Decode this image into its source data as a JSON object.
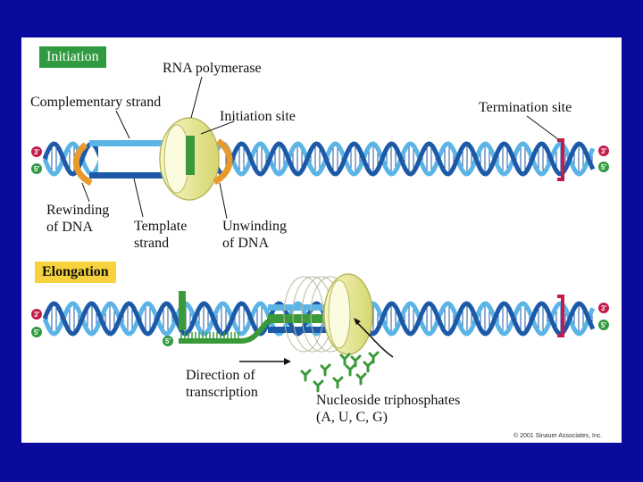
{
  "stages": {
    "initiation": "Initiation",
    "elongation": "Elongation"
  },
  "labels": {
    "rna_polymerase": "RNA polymerase",
    "complementary_strand": "Complementary strand",
    "initiation_site": "Initiation site",
    "termination_site": "Termination site",
    "rewinding_line1": "Rewinding",
    "rewinding_line2": "of DNA",
    "template_line1": "Template",
    "template_line2": "strand",
    "unwinding_line1": "Unwinding",
    "unwinding_line2": "of DNA",
    "direction_line1": "Direction of",
    "direction_line2": "transcription",
    "ntp_line1": "Nucleoside triphosphates",
    "ntp_line2": "(A, U, C, G)"
  },
  "ends": {
    "three_prime": "3'",
    "five_prime": "5'"
  },
  "copyright": "© 2001 Sinauer Associates, Inc.",
  "colors": {
    "background": "#0a0a9c",
    "dna_strand": "#5ab4e6",
    "dna_dark": "#1c5aa8",
    "polymerase": "#e8e890",
    "initiation_badge": "#2f9a3f",
    "elongation_badge": "#f7d23c",
    "termination_marker": "#c21a4a",
    "rna": "#3a9a3a",
    "arrow_orange": "#e89a2c"
  }
}
